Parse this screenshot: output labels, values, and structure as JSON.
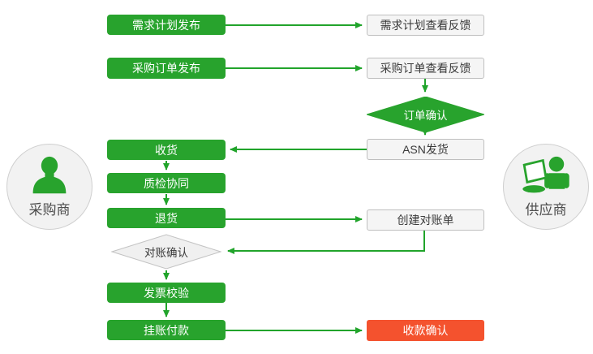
{
  "actors": {
    "buyer": {
      "label": "采购商",
      "icon": "buyer-person-icon"
    },
    "supplier": {
      "label": "供应商",
      "icon": "supplier-laptop-person-icon"
    }
  },
  "buyer_lane": {
    "steps": [
      "需求计划发布",
      "采购订单发布",
      "收货",
      "质检协同",
      "退货",
      "发票校验",
      "挂账付款"
    ],
    "decision": "对账确认"
  },
  "supplier_lane": {
    "steps": [
      "需求计划查看反馈",
      "采购订单查看反馈",
      "ASN发货",
      "创建对账单",
      "收款确认"
    ],
    "decision": "订单确认"
  },
  "colors": {
    "process_green": "#28A32D",
    "terminal_red": "#F4522E",
    "connector_green": "#21A42B",
    "light_box_bg": "#F5F5F5",
    "light_box_border": "#BFBFBF",
    "decision_gray_bg": "#F0F0F0",
    "actor_circle_bg": "#F2F2F2",
    "dark_text": "#3A3A3A"
  }
}
